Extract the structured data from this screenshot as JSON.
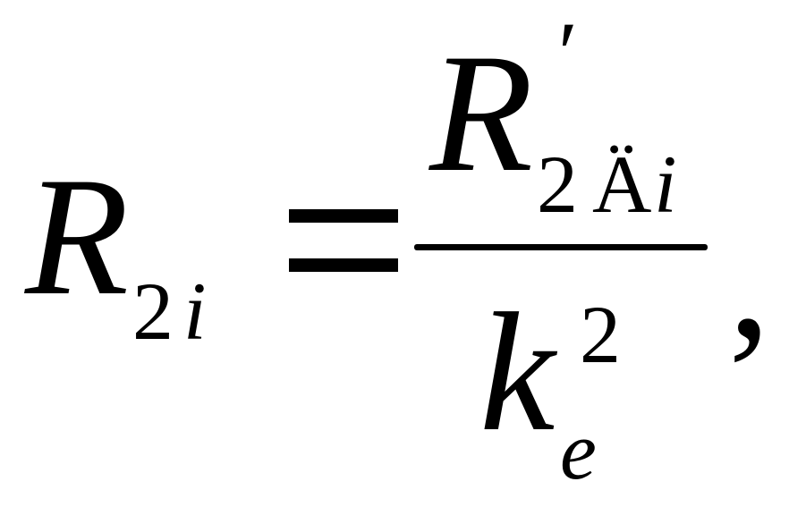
{
  "formula": {
    "lhs": {
      "symbol": "R",
      "subscript_number": "2",
      "subscript_index": "i"
    },
    "equals": "=",
    "numerator": {
      "symbol": "R",
      "prime": "′",
      "subscript_number": "2",
      "subscript_letter": "Ä",
      "subscript_index": "i"
    },
    "denominator": {
      "symbol": "k",
      "superscript": "2",
      "subscript": "e"
    },
    "trailing_punctuation": ","
  }
}
